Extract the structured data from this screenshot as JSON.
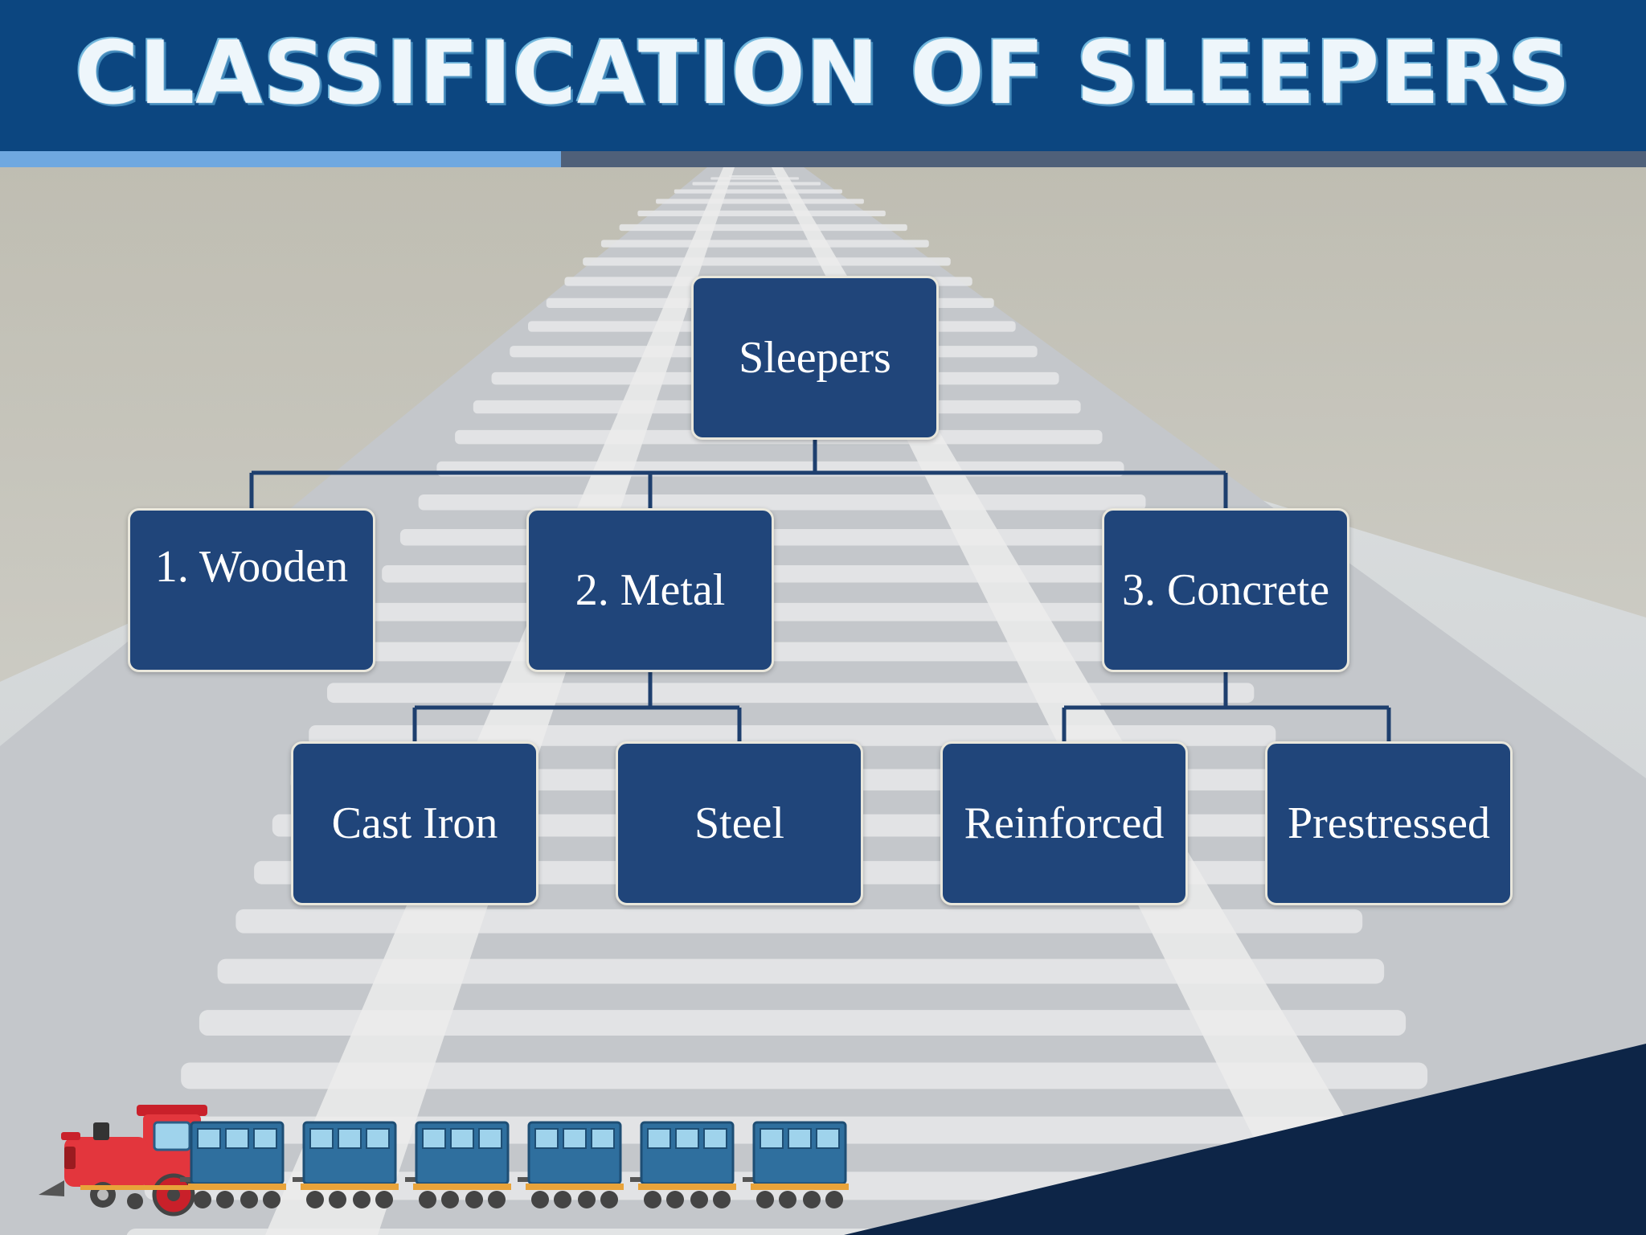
{
  "header": {
    "title": "CLASSIFICATION OF SLEEPERS"
  },
  "colors": {
    "header_bg": "#0c4680",
    "stripe_light": "#6fa8e0",
    "stripe_dark": "#4f6079",
    "node_fill": "#20457a",
    "node_border": "#e9e7dc",
    "connector": "#1e3f6e",
    "corner_fill": "#0d2547"
  },
  "diagram": {
    "root": {
      "label": "Sleepers"
    },
    "categories": [
      {
        "label": "1. Wooden",
        "children": []
      },
      {
        "label": "2. Metal",
        "children": [
          {
            "label": "Cast Iron"
          },
          {
            "label": "Steel"
          }
        ]
      },
      {
        "label": "3. Concrete",
        "children": [
          {
            "label": "Reinforced"
          },
          {
            "label": "Prestressed"
          }
        ]
      }
    ]
  },
  "decoration": {
    "background": "railway-track-photo",
    "train_icon": "toy-train-icon",
    "train_wagons": 6
  }
}
